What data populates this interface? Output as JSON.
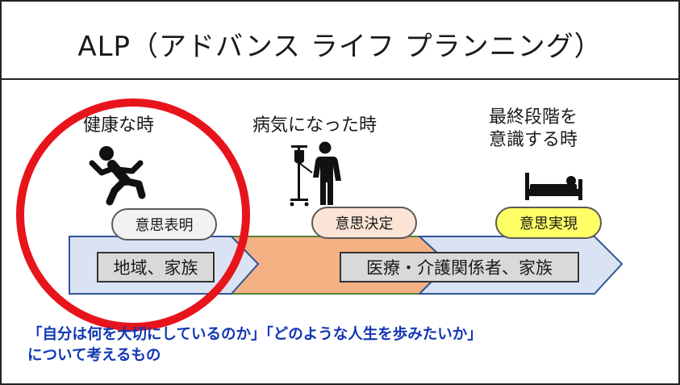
{
  "title": "ALP（アドバンス ライフ プランニング）",
  "stages": [
    {
      "label": "健康な時",
      "pill": "意思表明",
      "pill_color": "#f2f2f2"
    },
    {
      "label": "病気になった時",
      "pill": "意思決定",
      "pill_color": "#fbe4d5"
    },
    {
      "label_lines": [
        "最終段階を",
        "意識する時"
      ],
      "pill": "意思実現",
      "pill_color": "#ffff66"
    }
  ],
  "band_labels": {
    "left": "地域、家族",
    "right": "医療・介護関係者、家族"
  },
  "caption_lines": [
    "「自分は何を大切にしているのか」「どのような人生を歩みたいか」",
    "について考えるもの"
  ],
  "icons": [
    "running-person-icon",
    "iv-drip-patient-icon",
    "bed-patient-icon"
  ],
  "colors": {
    "highlight_circle": "#e8141c",
    "left_arrow_fill": "#dae3f3",
    "middle_band_fill": "#f4b183",
    "right_arrow_fill": "#dae3f3",
    "arrow_stroke": "#2f5597",
    "middle_band_stroke": "#548235",
    "caption": "#1237b5"
  }
}
